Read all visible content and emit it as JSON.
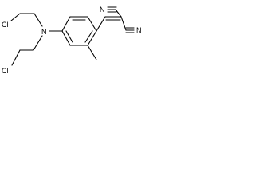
{
  "molecule": {
    "colors": {
      "bond": "#000000",
      "label": "#000000",
      "background": "#ffffff"
    },
    "atoms": {
      "chlorine_upper": "Cl",
      "chlorine_lower": "Cl",
      "nitrogen": "N",
      "nitrile_n_upper": "N",
      "nitrile_n_lower": "N"
    }
  }
}
